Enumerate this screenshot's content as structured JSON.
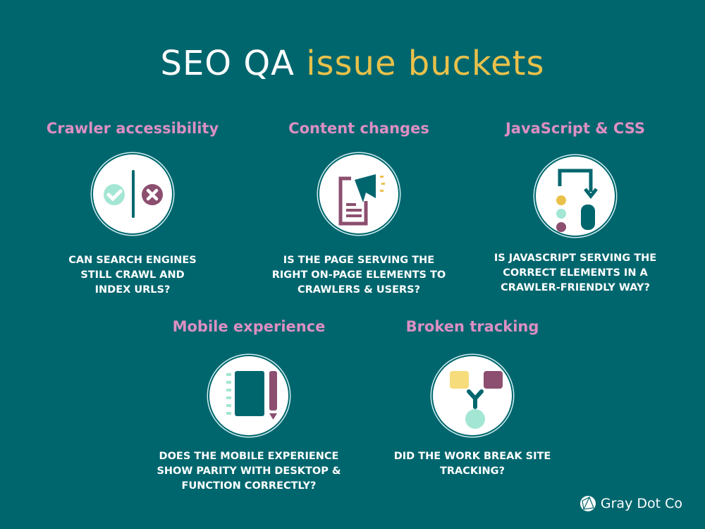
{
  "title": {
    "part1": "SEO QA",
    "part2": "issue buckets"
  },
  "buckets": [
    {
      "heading": "Crawler accessibility",
      "description": "Can search engines still crawl and index URLs?",
      "icon": "check-cross-icon"
    },
    {
      "heading": "Content changes",
      "description": "Is the page serving the right on-page elements to crawlers & users?",
      "icon": "document-megaphone-icon"
    },
    {
      "heading": "JavaScript & CSS",
      "description": "Is JavaScript serving the correct elements in a crawler-friendly way?",
      "icon": "flow-arrow-icon"
    },
    {
      "heading": "Mobile experience",
      "description": "Does the mobile experience show parity with desktop & function correctly?",
      "icon": "notebook-pencil-icon"
    },
    {
      "heading": "Broken tracking",
      "description": "Did the work break site tracking?",
      "icon": "tracking-nodes-icon"
    }
  ],
  "logo": {
    "text": "Gray Dot Co"
  },
  "colors": {
    "background": "#00666e",
    "heading": "#dc8fc3",
    "accent": "#e9c14a",
    "purple": "#8c4f6f",
    "mint": "#a3e6d3"
  }
}
